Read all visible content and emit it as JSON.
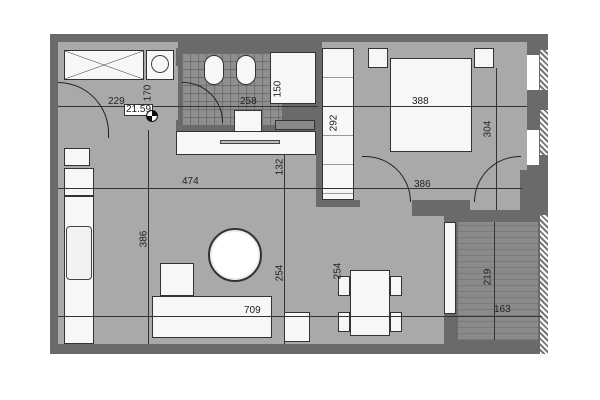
{
  "plan": {
    "type": "apartment floor plan",
    "area_label": "21.59",
    "dimensions": {
      "entry_width": "229",
      "entry_height": "170",
      "bath_width": "258",
      "bath_height": "150",
      "counter_depth": "132",
      "living_width": "474",
      "living_height": "386",
      "living_span": "254",
      "dining_span": "254",
      "total_width": "709",
      "wardrobe_height": "292",
      "bedroom_width": "388",
      "bedroom_width_lower": "386",
      "bedroom_height": "304",
      "balcony_height": "219",
      "balcony_width": "163"
    },
    "rooms": [
      {
        "name": "entry"
      },
      {
        "name": "bathroom"
      },
      {
        "name": "bedroom"
      },
      {
        "name": "living-kitchen"
      },
      {
        "name": "balcony"
      }
    ],
    "colors": {
      "wall": "#6a6a6a",
      "floor": "#a9a9a9",
      "tile": "#8f8f8f",
      "furniture": "#f7f7f7"
    }
  }
}
